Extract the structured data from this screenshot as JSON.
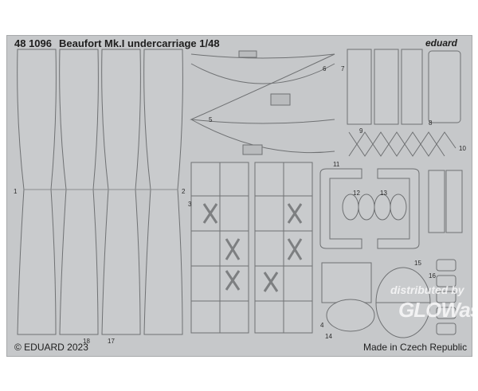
{
  "header": {
    "code": "48 1096",
    "title": "Beaufort Mk.I undercarriage 1/48",
    "brand": "eduard"
  },
  "footer": {
    "copyright": "© EDUARD 2023",
    "made_in": "Made in Czech Republic"
  },
  "watermark": {
    "line1": "distributed by",
    "line2": "GLOWas"
  },
  "part_numbers": [
    "1",
    "2",
    "3",
    "4",
    "5",
    "6",
    "7",
    "8",
    "9",
    "10",
    "11",
    "12",
    "13",
    "14",
    "15",
    "16",
    "17",
    "18"
  ],
  "colors": {
    "sheet": "#c6c8ca",
    "outline": "#6f7173",
    "text": "#1e1e1e"
  }
}
